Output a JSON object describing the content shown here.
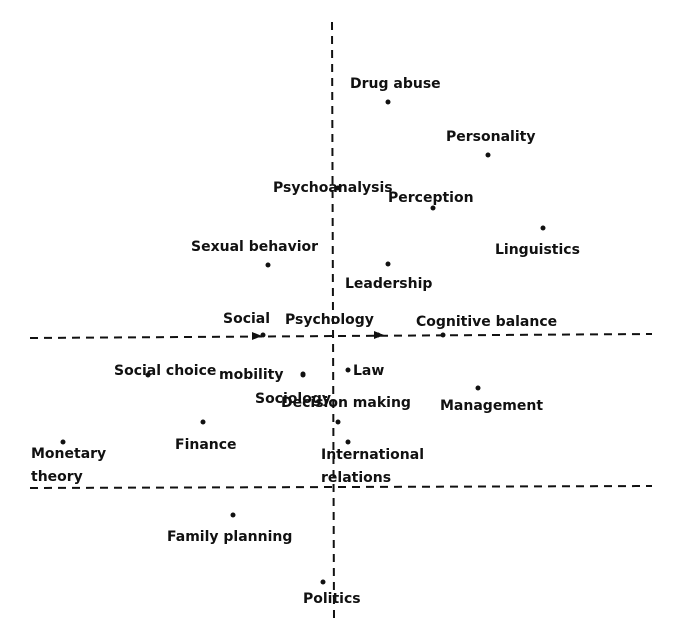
{
  "chart_data": {
    "type": "scatter",
    "title": "",
    "xlabel": "",
    "ylabel": "",
    "grid": false,
    "points": [
      {
        "label": "Drug abuse",
        "x": 0.55,
        "y": 2.33
      },
      {
        "label": "Personality",
        "x": 1.55,
        "y": 1.8
      },
      {
        "label": "Psychoanalysis",
        "x": 0.05,
        "y": 1.47
      },
      {
        "label": "Perception",
        "x": 1.0,
        "y": 1.27
      },
      {
        "label": "Linguistics",
        "x": 2.1,
        "y": 1.07
      },
      {
        "label": "Sexual behavior",
        "x": -0.65,
        "y": 0.7
      },
      {
        "label": "Leadership",
        "x": 0.55,
        "y": 0.71
      },
      {
        "label": "Social",
        "x": -0.7,
        "y": 0.0
      },
      {
        "label": "Psychology",
        "x": 0.45,
        "y": 0.0
      },
      {
        "label": "Cognitive balance",
        "x": 1.1,
        "y": 0.0
      },
      {
        "label": "mobility",
        "x": -0.3,
        "y": -0.39
      },
      {
        "label": "Law",
        "x": 0.15,
        "y": -0.35
      },
      {
        "label": "Social choice",
        "x": -1.85,
        "y": -0.4
      },
      {
        "label": "Sociology",
        "x": -0.3,
        "y": -0.4
      },
      {
        "label": "Management",
        "x": 1.45,
        "y": -0.53
      },
      {
        "label": "Decision making",
        "x": 0.05,
        "y": -0.87
      },
      {
        "label": "Finance",
        "x": -1.3,
        "y": -0.87
      },
      {
        "label": "International relations",
        "x": 0.15,
        "y": -1.07
      },
      {
        "label": "Monetary theory",
        "x": -2.7,
        "y": -1.07
      },
      {
        "label": "Family planning",
        "x": -1.0,
        "y": -1.8
      },
      {
        "label": "Politics",
        "x": -0.1,
        "y": -2.47
      }
    ]
  }
}
